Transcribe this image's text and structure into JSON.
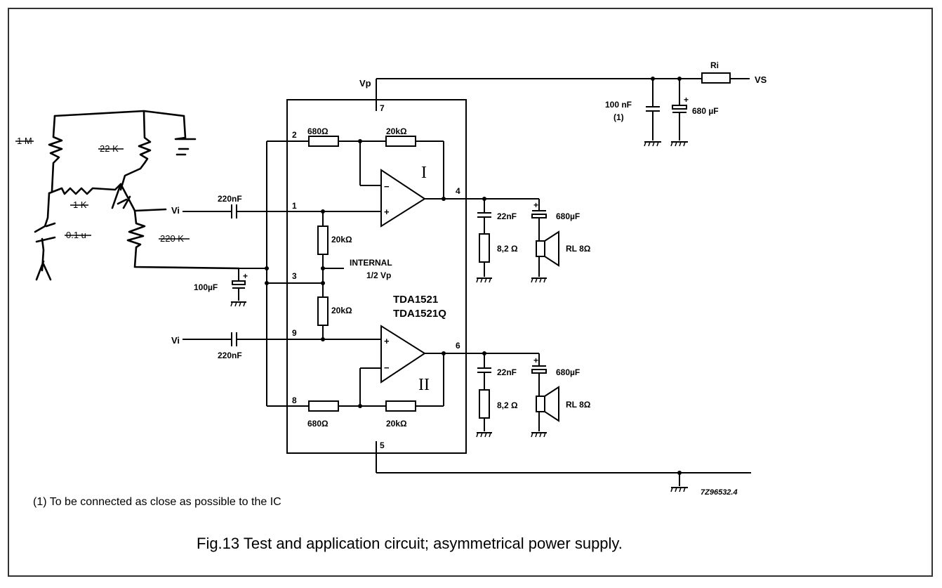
{
  "labels": {
    "vp": "Vp",
    "vs": "VS",
    "ri": "Ri",
    "c_supply_100nf": "100 nF",
    "c_supply_100nf_note": "(1)",
    "c_supply_680uf": "680 µF",
    "pin7": "7",
    "pin2": "2",
    "pin1": "1",
    "pin3": "3",
    "pin9": "9",
    "pin8": "8",
    "pin4": "4",
    "pin6": "6",
    "pin5": "5",
    "r680_top": "680Ω",
    "r20k_top": "20kΩ",
    "r680_bot": "680Ω",
    "r20k_bot": "20kΩ",
    "r20k_div_top": "20kΩ",
    "r20k_div_bot": "20kΩ",
    "amp1": "I",
    "amp2": "II",
    "minus1": "−",
    "plus1": "+",
    "minus2": "−",
    "plus2": "+",
    "vi_top": "Vi",
    "vi_bot": "Vi",
    "c220_top": "220nF",
    "c220_bot": "220nF",
    "internal": "INTERNAL",
    "half_vp": "1/2 Vp",
    "c100uf": "100µF",
    "ic_name_1": "TDA1521",
    "ic_name_2": "TDA1521Q",
    "c22nf_top": "22nF",
    "r82_top": "8,2 Ω",
    "c680_top": "680µF",
    "rl_top": "RL 8Ω",
    "c22nf_bot": "22nF",
    "r82_bot": "8,2 Ω",
    "c680_bot": "680µF",
    "rl_bot": "RL 8Ω",
    "drawing_code": "7Z96532.4",
    "plus_cap": "+"
  },
  "handwritten": {
    "r1m": "1 M",
    "r22k": "22 K",
    "r1k": "1 K",
    "c01u": "0.1 u",
    "r220k": "220 K"
  },
  "footnote": "(1)   To be connected as close as possible to the IC",
  "caption": "Fig.13  Test and application circuit; asymmetrical power supply."
}
